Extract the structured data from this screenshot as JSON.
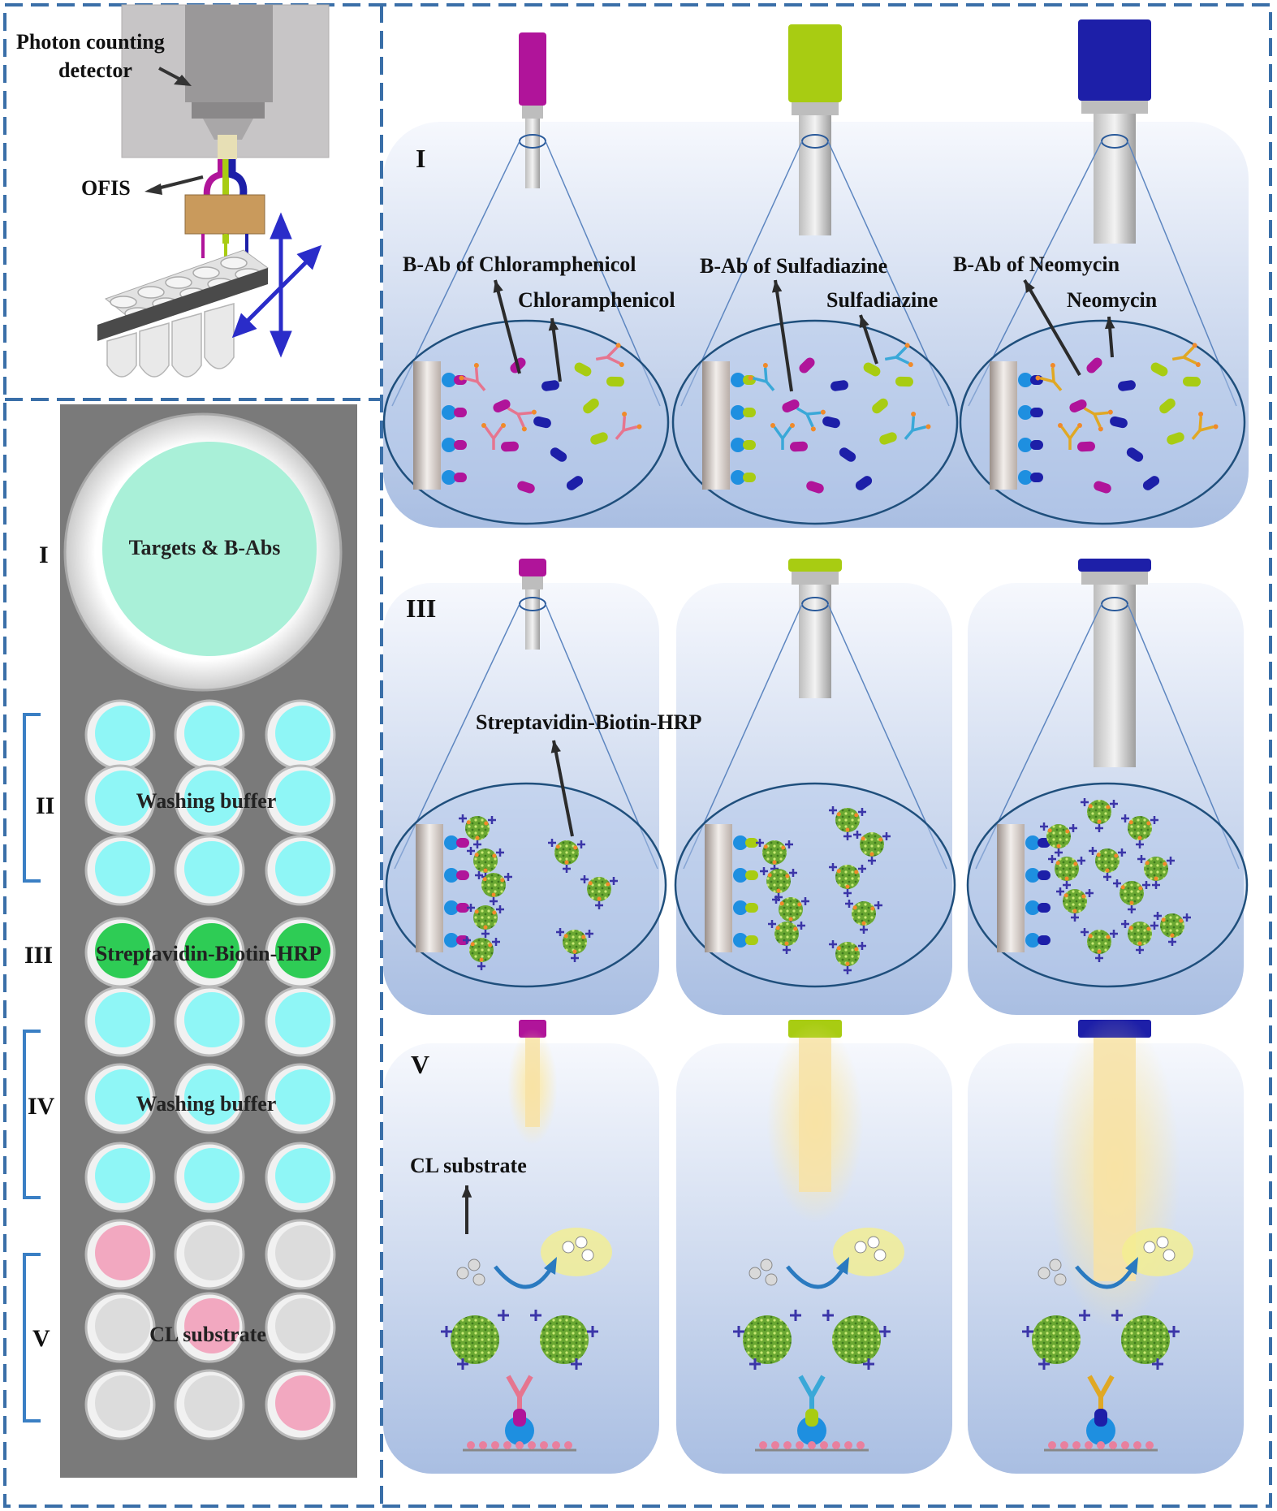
{
  "detector": {
    "label_line1": "Photon counting",
    "label_line2": "detector",
    "ofis_label": "OFIS"
  },
  "plate": {
    "step_I": "I",
    "step_II": "II",
    "step_III": "III",
    "step_IV": "IV",
    "step_V": "V",
    "well_I_text": "Targets & B-Abs",
    "washing_text_II": "Washing buffer",
    "hrp_text": "Streptavidin-Biotin-HRP",
    "washing_text_IV": "Washing buffer",
    "cl_text": "CL substrate"
  },
  "panels": {
    "roman_I": "I",
    "roman_III": "III",
    "roman_V": "V",
    "col1": {
      "bab": "B-Ab of Chloramphenicol",
      "target": "Chloramphenicol",
      "color": "#b0149a"
    },
    "col2": {
      "bab": "B-Ab of Sulfadiazine",
      "target": "Sulfadiazine",
      "color": "#a8cc12"
    },
    "col3": {
      "bab": "B-Ab of Neomycin",
      "target": "Neomycin",
      "color": "#1d1fa8"
    },
    "hrp_label": "Streptavidin-Biotin-HRP",
    "cl_label": "CL substrate"
  },
  "colors": {
    "dash_border": "#3a6fa8",
    "plate_bg": "#7a7a7a",
    "wash_fill": "#8ff6f6",
    "hrp_fill": "#2ecc55",
    "cl_fill": "#f2a8c0",
    "target_fill": "#a9f0d8",
    "panel_top": "#f4f7fc",
    "panel_bottom": "#a9bee2"
  }
}
